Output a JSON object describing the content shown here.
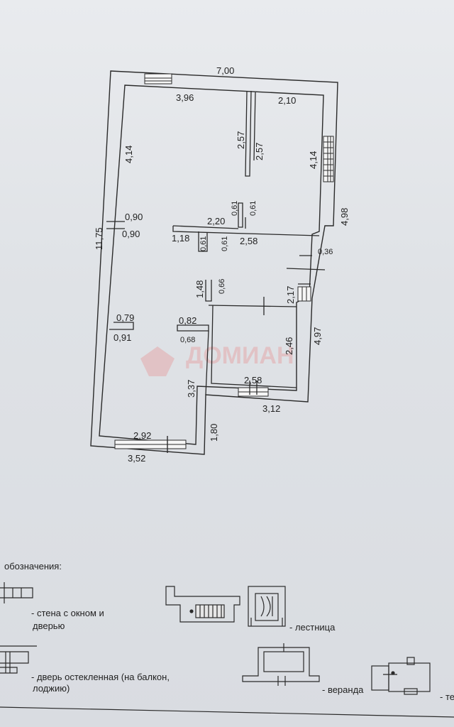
{
  "watermark": {
    "text": "ДОМИАН"
  },
  "dimensions": {
    "top_width": "7,00",
    "left_height": "11,75",
    "room_a_width": "3,96",
    "room_a_height": "4,14",
    "room_b_width": "2,10",
    "room_b_height": "4,14",
    "partition_left": "2,57",
    "partition_right": "2,57",
    "opening_left_upper": "0,90",
    "opening_left_lower": "0,90",
    "right_upper": "4,98",
    "corridor_width": "2,20",
    "door_a": "0,61",
    "door_b": "0,61",
    "left_wall_piece": "1,18",
    "door_c": "0,61",
    "door_d": "0,61",
    "hall_width": "2,58",
    "step_right": "0,36",
    "hall_right": "2,17",
    "stair_piece": "1,48",
    "door_e": "0,66",
    "right_lower": "4,97",
    "opening_l1": "0,79",
    "opening_l2": "0,91",
    "opening_c1": "0,82",
    "opening_c2": "0,68",
    "room_c_height": "2,46",
    "room_c_width": "2,58",
    "room_d_height": "3,37",
    "bottom_right": "3,12",
    "bottom_step": "1,80",
    "room_d_width": "2,92",
    "bottom_left": "3,52"
  },
  "legend": {
    "title": "обозначения:",
    "wall_window_door_1": "- стена с окном и",
    "wall_window_door_2": "дверью",
    "stairs": "- лестница",
    "glass_door_1": "- дверь остекленная (на балкон,",
    "glass_door_2": "лоджию)",
    "veranda": "- веранда",
    "terrace_cut": "- те"
  }
}
